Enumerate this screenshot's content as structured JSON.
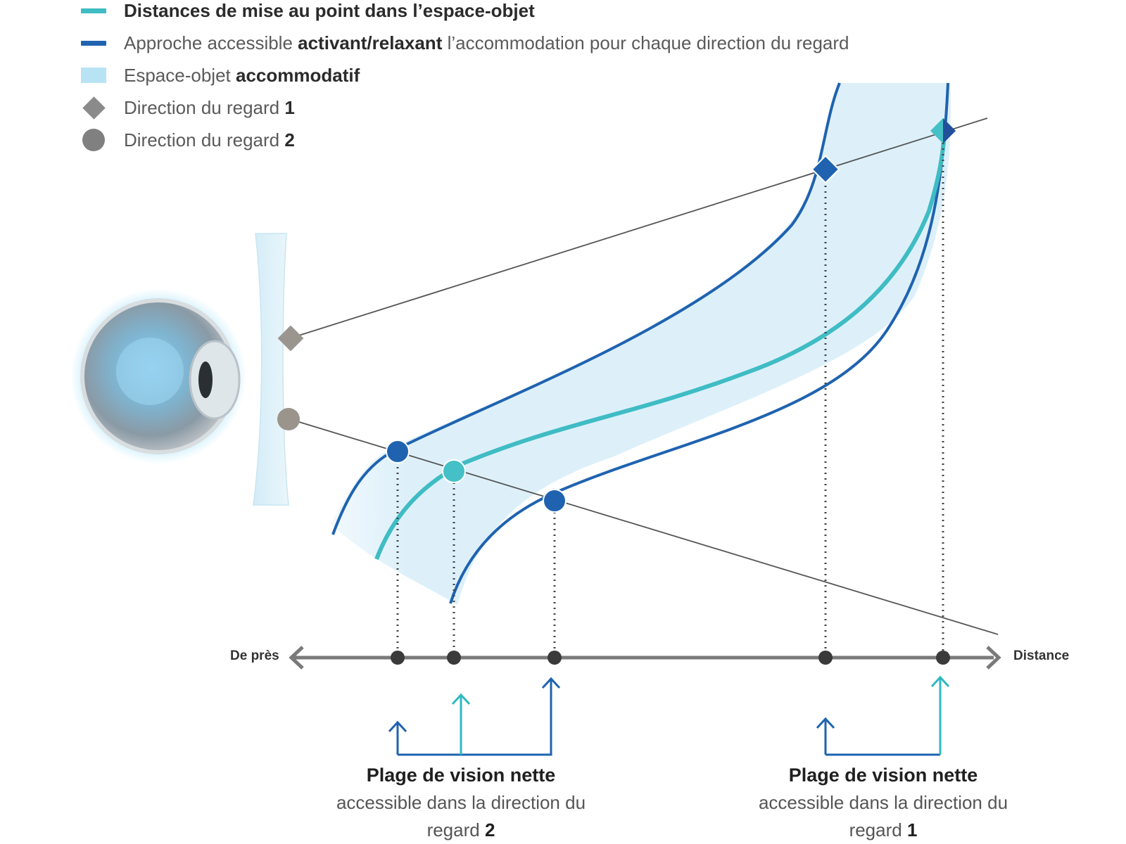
{
  "legend": {
    "items": [
      {
        "id": "focus",
        "swatch": "line",
        "color": "#3fbcc4",
        "text_plain": "",
        "text_bold": "Distances de mise au point dans l’espace-objet",
        "text_after": ""
      },
      {
        "id": "approach",
        "swatch": "line",
        "color": "#1f63b0",
        "text_plain": "Approche accessible ",
        "text_bold": "activant/relaxant",
        "text_after": " l’accommodation pour chaque direction du regard"
      },
      {
        "id": "space",
        "swatch": "rect",
        "color": "#b8e3f5",
        "text_plain": "Espace-objet ",
        "text_bold": "accommodatif",
        "text_after": ""
      },
      {
        "id": "gaze1",
        "swatch": "diamond",
        "color": "#8a8a8a",
        "text_plain": "Direction du regard ",
        "text_bold": "1",
        "text_after": ""
      },
      {
        "id": "gaze2",
        "swatch": "circle",
        "color": "#808080",
        "text_plain": "Direction du regard ",
        "text_bold": "2",
        "text_after": ""
      }
    ]
  },
  "axis": {
    "left_label": "De près",
    "right_label": "Distance"
  },
  "captions": [
    {
      "title": "Plage de vision nette",
      "line1": "accessible dans la direction du",
      "line2_plain": "regard ",
      "line2_bold": "2"
    },
    {
      "title": "Plage de vision nette",
      "line1": "accessible dans la direction du",
      "line2_plain": "regard ",
      "line2_bold": "1"
    }
  ],
  "colors": {
    "teal": "#3fbcc4",
    "blue": "#1f63b0",
    "light_blue": "#b8e3f5",
    "gray_line": "#555555",
    "axis": "#7a7a7a",
    "dot": "#3a3a3a"
  }
}
